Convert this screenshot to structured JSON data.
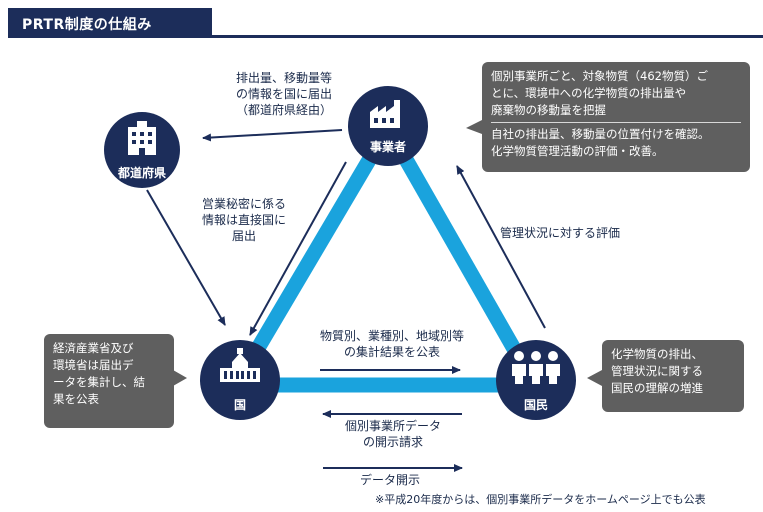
{
  "title": "PRTR制度の仕組み",
  "nodes": {
    "business": "事業者",
    "prefecture": "都道府県",
    "country": "国",
    "citizens": "国民"
  },
  "labels": {
    "biz_to_pref": [
      "排出量、移動量等",
      "の情報を国に届出",
      "（都道府県経由）"
    ],
    "secret": [
      "営業秘密に係る",
      "情報は直接国に",
      "届出"
    ],
    "evaluation": "管理状況に対する評価",
    "publish_totals": [
      "物質別、業種別、地域別等",
      "の集計結果を公表"
    ],
    "disclosure_request": [
      "個別事業所データ",
      "の開示請求"
    ],
    "disclosure": "データ開示"
  },
  "boxes": {
    "business": {
      "top": [
        "個別事業所ごと、対象物質（462物質）ご",
        "とに、環境中への化学物質の排出量や",
        "廃棄物の移動量を把握"
      ],
      "bottom": [
        "自社の排出量、移動量の位置付けを確認。",
        "化学物質管理活動の評価・改善。"
      ]
    },
    "country": [
      "経済産業省及び",
      "環境省は届出デ",
      "ータを集計し、結",
      "果を公表"
    ],
    "citizens": [
      "化学物質の排出、",
      "管理状況に関する",
      "国民の理解の増進"
    ]
  },
  "footnote": "※平成20年度からは、個別事業所データをホームページ上でも公表",
  "colors": {
    "navy": "#1c2d5a",
    "cyan": "#1aa3dd",
    "gray_box": "#5f5f5f"
  },
  "icons": {
    "business": "factory-icon",
    "prefecture": "office-building-icon",
    "country": "diet-building-icon",
    "citizens": "people-icon"
  }
}
